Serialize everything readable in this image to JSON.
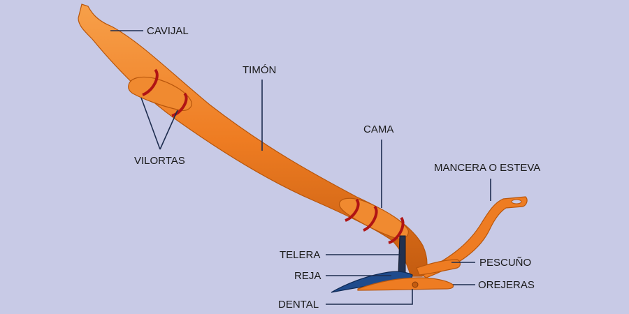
{
  "diagram": {
    "background_color": "#c8cae6",
    "wood_color": "#ee7c22",
    "band_color": "#b01414",
    "share_color": "#1f4b8c",
    "leader_color": "#1e2d4f",
    "labels": {
      "cavijal": "CAVIJAL",
      "timon": "TIMÓN",
      "vilortas": "VILORTAS",
      "cama": "CAMA",
      "mancera": "MANCERA O ESTEVA",
      "telera": "TELERA",
      "pescuno": "PESCUÑO",
      "reja": "REJA",
      "orejeras": "OREJERAS",
      "dental": "DENTAL"
    }
  }
}
